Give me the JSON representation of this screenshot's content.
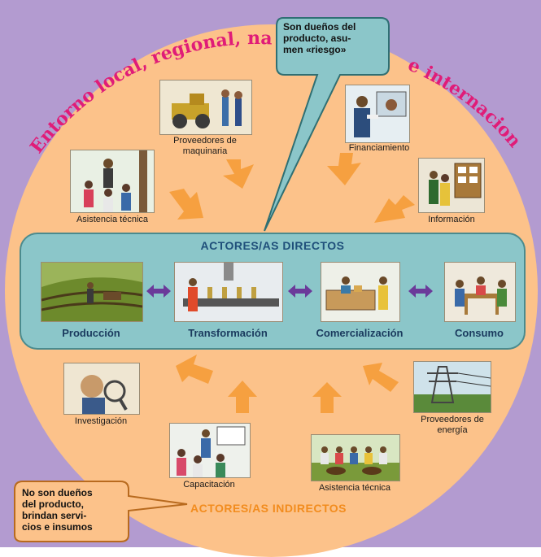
{
  "outer_labels": {
    "left_arc": "Entorno local, regional, nacional",
    "right_arc": "e internacional"
  },
  "bubble_top": {
    "lines": [
      "Son dueños del",
      "producto, asu-",
      "men «riesgo»"
    ]
  },
  "bubble_bottom": {
    "lines": [
      "No son dueños",
      "del producto,",
      "brindan servi-",
      "cios e insumos"
    ]
  },
  "directos": {
    "title": "ACTORES/AS DIRECTOS",
    "items": [
      "Producción",
      "Transformación",
      "Comercialización",
      "Consumo"
    ]
  },
  "indirectos": {
    "title": "ACTORES/AS INDIRECTOS"
  },
  "upper_actors": {
    "proveedores_maquinaria": [
      "Proveedores de",
      "maquinaria"
    ],
    "asistencia_tecnica": "Asistencia técnica",
    "financiamiento": "Financiamiento",
    "informacion": "Información"
  },
  "lower_actors": {
    "investigacion": "Investigación",
    "capacitacion": "Capacitación",
    "asistencia_tecnica": "Asistencia técnica",
    "proveedores_energia": [
      "Proveedores de",
      "energía"
    ]
  },
  "colors": {
    "background": "#b39bd0",
    "circle": "#fcc28a",
    "directos_box": "#8bc6c9",
    "arc_text": "#e01c78",
    "arrows": "#f6a040",
    "double_arrows": "#6b3a9a",
    "indirectos_title": "#f28c1e"
  }
}
